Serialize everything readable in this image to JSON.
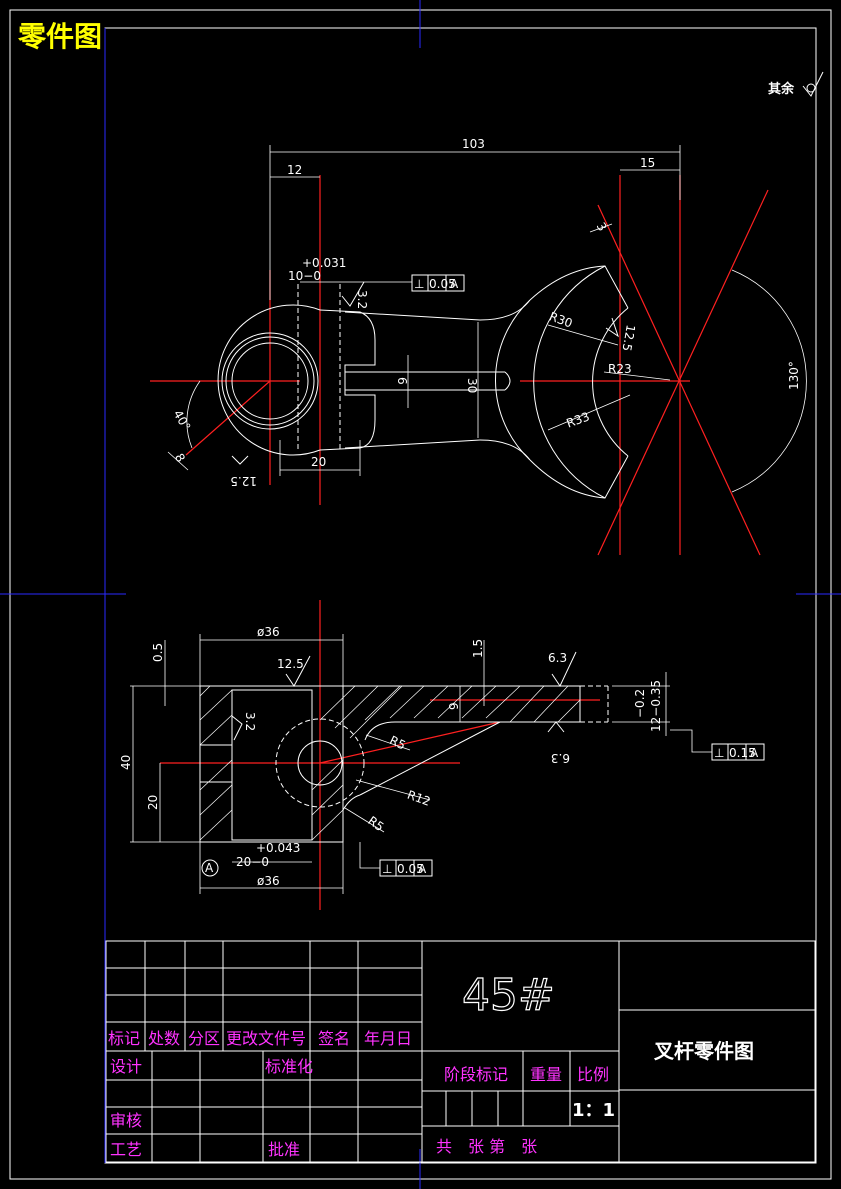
{
  "title": "零件图",
  "roughness_note": "其余",
  "material": "45#",
  "drawing_name": "叉杆零件图",
  "scale": "1：1",
  "table_headers": {
    "mark": "标记",
    "count": "处数",
    "zone": "分区",
    "change_doc": "更改文件号",
    "signature": "签名",
    "date": "年月日",
    "design": "设计",
    "standard": "标准化",
    "review": "审核",
    "process": "工艺",
    "approve": "批准",
    "stage": "阶段标记",
    "weight": "重量",
    "ratio": "比例",
    "sheets": "共　张 第　张"
  },
  "dims_top": {
    "d103": "103",
    "d12": "12",
    "d15": "15",
    "tol_upper": "+0.031",
    "tol_base": "10−0",
    "r30": "R30",
    "r23": "R23",
    "r33": "R33",
    "d30": "30",
    "d6": "6",
    "d20": "20",
    "a40": "40°",
    "a130": "130°",
    "d8": "8",
    "d3": "3",
    "rough32": "3.2",
    "rough125a": "12.5",
    "rough125b": "12.5",
    "gtol_sym": "⊥",
    "gtol_val": "0.05",
    "gtol_ref": "A"
  },
  "dims_bottom": {
    "phi36_top": "ø36",
    "phi36_bot": "ø36",
    "d05": "0.5",
    "d15": "1.5",
    "rough125": "12.5",
    "rough63a": "6.3",
    "rough63b": "6.3",
    "rough32": "3.2",
    "d40": "40",
    "d20": "20",
    "d9": "9",
    "r5a": "R5",
    "r12": "R12",
    "r5b": "R5",
    "tol_upper": "+0.043",
    "tol_base": "20−0",
    "tol_side_a": "−0.2",
    "tol_side_b": "12−0.35",
    "datum": "A",
    "gtol1_val": "0.15",
    "gtol1_ref": "A",
    "gtol2_val": "0.05",
    "gtol2_ref": "A",
    "gtol_sym": "⊥"
  }
}
